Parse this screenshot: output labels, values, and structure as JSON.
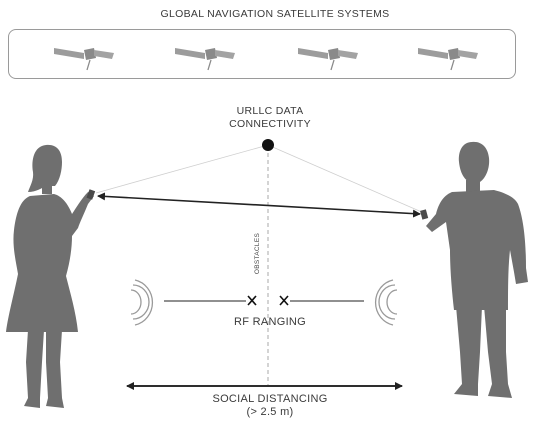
{
  "gnss": {
    "title": "GLOBAL NAVIGATION SATELLITE SYSTEMS",
    "satellite_icon": "satellite-icon",
    "satellite_count": 4
  },
  "urllc": {
    "line1": "URLLC DATA",
    "line2": "CONNECTIVITY"
  },
  "obstacles": "OBSTACLES",
  "rf_ranging": "RF RANGING",
  "social_distancing": {
    "line1": "SOCIAL DISTANCING",
    "line2": "(> 2.5 m)"
  },
  "colors": {
    "silhouette": "#6f6f6f",
    "satellite": "#9c9c9c",
    "line": "#222222",
    "thin_line": "#c8c8c8"
  }
}
